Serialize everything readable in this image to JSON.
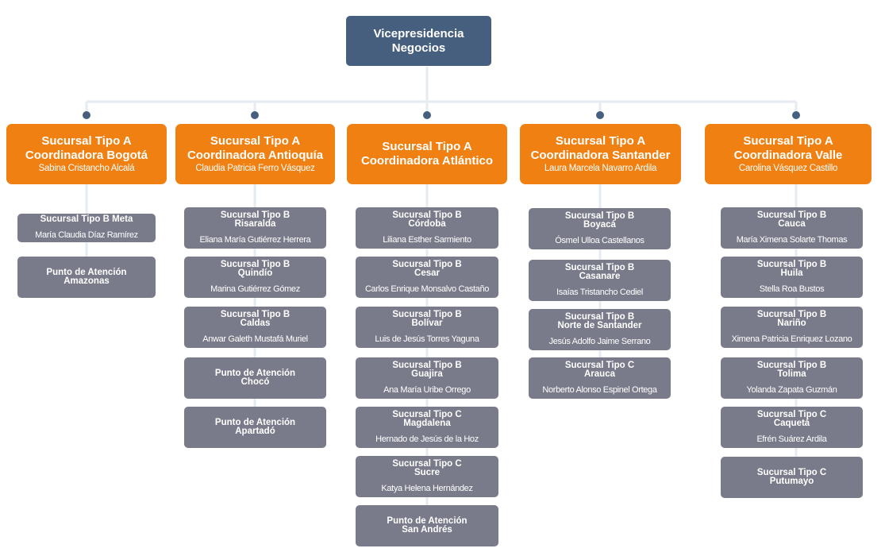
{
  "root": {
    "line1": "Vicepresidencia",
    "line2": "Negocios"
  },
  "colors": {
    "root": "#475f7e",
    "coordinadora": "#f08012",
    "sucursal": "#7a7b8a",
    "connector": "#e6ebf1"
  },
  "columns": [
    {
      "head": {
        "t1": "Sucursal Tipo A",
        "t2": "Coordinadora Bogotá",
        "person": "Sabina Cristancho Alcalá"
      },
      "items": [
        {
          "title": "Sucursal Tipo B Meta",
          "person": "María Claudia Díaz Ramírez"
        },
        {
          "title": "Punto de Atención\nAmazonas",
          "person": ""
        }
      ]
    },
    {
      "head": {
        "t1": "Sucursal Tipo A",
        "t2": "Coordinadora Antioquía",
        "person": "Claudia Patricia Ferro Vásquez"
      },
      "items": [
        {
          "title": "Sucursal Tipo B\nRisaralda",
          "person": "Eliana María Gutiérrez Herrera"
        },
        {
          "title": "Sucursal Tipo B\nQuindío",
          "person": "Marina Gutiérrez  Gómez"
        },
        {
          "title": "Sucursal Tipo B\nCaldas",
          "person": "Anwar Galeth Mustafá Muriel"
        },
        {
          "title": "Punto de Atención\nChocó",
          "person": ""
        },
        {
          "title": "Punto de Atención\nApartadó",
          "person": ""
        }
      ]
    },
    {
      "head": {
        "t1": "Sucursal Tipo A",
        "t2": "Coordinadora Atlántico",
        "person": ""
      },
      "items": [
        {
          "title": "Sucursal Tipo B\nCórdoba",
          "person": "Liliana Esther Sarmiento"
        },
        {
          "title": "Sucursal Tipo B\nCesar",
          "person": "Carlos Enrique Monsalvo Castaño"
        },
        {
          "title": "Sucursal Tipo B\nBolívar",
          "person": "Luis de Jesús Torres Yaguna"
        },
        {
          "title": "Sucursal Tipo B\nGuajira",
          "person": "Ana María Uribe Orrego"
        },
        {
          "title": "Sucursal Tipo C\nMagdalena",
          "person": "Hernado de Jesús de la Hoz"
        },
        {
          "title": "Sucursal Tipo C\nSucre",
          "person": "Katya Helena Hernández"
        },
        {
          "title": "Punto de Atención\nSan Andrés",
          "person": ""
        }
      ]
    },
    {
      "head": {
        "t1": "Sucursal Tipo A",
        "t2": "Coordinadora Santander",
        "person": "Laura Marcela Navarro Ardila"
      },
      "items": [
        {
          "title": "Sucursal Tipo B\nBoyacá",
          "person": "Ósmel Ulloa Castellanos"
        },
        {
          "title": "Sucursal Tipo B\nCasanare",
          "person": "Isaías Tristancho Cediel"
        },
        {
          "title": "Sucursal Tipo B\nNorte de Santander",
          "person": "Jesús Adolfo Jaime Serrano"
        },
        {
          "title": "Sucursal Tipo C\nArauca",
          "person": "Norberto  Alonso Espinel Ortega"
        }
      ]
    },
    {
      "head": {
        "t1": "Sucursal Tipo A",
        "t2": "Coordinadora Valle",
        "person": "Carolina Vásquez Castillo"
      },
      "items": [
        {
          "title": "Sucursal Tipo B\nCauca",
          "person": "María Ximena Solarte Thomas"
        },
        {
          "title": "Sucursal Tipo B\nHuila",
          "person": "Stella Roa Bustos"
        },
        {
          "title": "Sucursal Tipo B\nNariño",
          "person": "Ximena Patricia Enriquez Lozano"
        },
        {
          "title": "Sucursal Tipo B\nTolima",
          "person": "Yolanda Zapata Guzmán"
        },
        {
          "title": "Sucursal Tipo C\nCaquetá",
          "person": "Efrén Suárez Ardila"
        },
        {
          "title": "Sucursal Tipo C\nPutumayo",
          "person": ""
        }
      ]
    }
  ]
}
